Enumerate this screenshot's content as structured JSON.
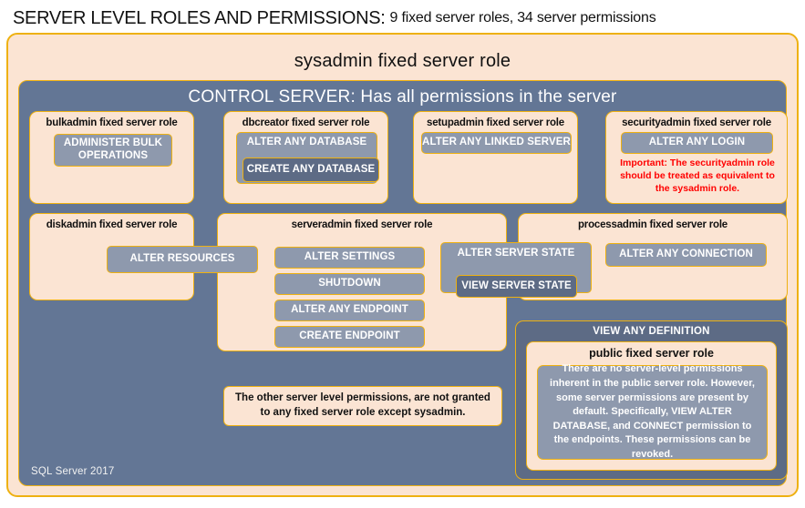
{
  "title": {
    "strong": "SERVER LEVEL ROLES AND PERMISSIONS:",
    "rest": "9 fixed server roles, 34 server permissions"
  },
  "sysadmin": {
    "label": "sysadmin fixed server role"
  },
  "control_server": {
    "label": "CONTROL SERVER: Has all permissions in the server"
  },
  "roles": {
    "bulkadmin": {
      "title": "bulkadmin fixed server role",
      "perm1": "ADMINISTER  BULK OPERATIONS"
    },
    "dbcreator": {
      "title": "dbcreator fixed server role",
      "perm1": "ALTER ANY DATABASE",
      "perm2": "CREATE  ANY DATABASE"
    },
    "setupadmin": {
      "title": "setupadmin fixed server role",
      "perm1": "ALTER ANY LINKED SERVER"
    },
    "securityadmin": {
      "title": "securityadmin fixed server role",
      "perm1": "ALTER ANY LOGIN",
      "note": "Important:  The securityadmin role should  be treated as equivalent to the  sysadmin role."
    },
    "diskadmin": {
      "title": "diskadmin fixed server role"
    },
    "serveradmin": {
      "title": "serveradmin fixed server role",
      "perm1": "ALTER SETTINGS",
      "perm2": "SHUTDOWN",
      "perm3": "ALTER ANY ENDPOINT",
      "perm4": "CREATE  ENDPOINT"
    },
    "processadmin": {
      "title": "processadmin fixed server role",
      "perm1": "ALTER ANY CONNECTION"
    },
    "public": {
      "title": "public  fixed server role",
      "text": "There are no server-level permissions inherent in the public server role. However, some server permissions are present by default. Specifically, VIEW ALTER DATABASE, and CONNECT permission to the endpoints. These permissions can be revoked."
    }
  },
  "shared_permissions": {
    "alter_resources": "ALTER RESOURCES",
    "alter_server_state": "ALTER SERVER  STATE",
    "view_server_state": "VIEW SERVER  STATE",
    "view_any_definition": "VIEW  ANY DEFINITION"
  },
  "notes": {
    "other_permissions": "The other server level permissions,  are not granted to any fixed server role except sysadmin."
  },
  "footer": {
    "version": "SQL Server 2017"
  },
  "colors": {
    "peach": "#fbe4d3",
    "gold_border": "#eeb111",
    "slate": "#637695",
    "slate_light": "#8e99ad",
    "slate_dark": "#5d6b85",
    "alert_red": "#ff0000"
  }
}
